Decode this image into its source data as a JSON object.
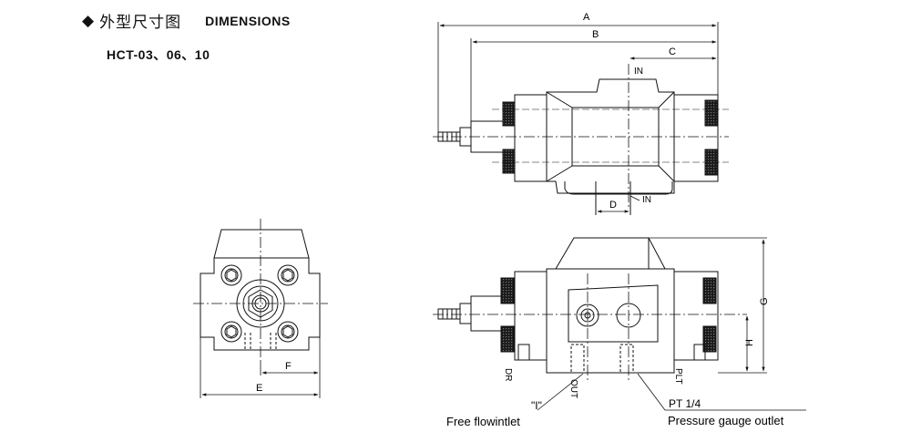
{
  "header": {
    "bullet": "◆",
    "title_cn": "外型尺寸图",
    "title_en": "DIMENSIONS",
    "models": "HCT-03、06、10"
  },
  "dimension_labels": {
    "A": "A",
    "B": "B",
    "C": "C",
    "D": "D",
    "E": "E",
    "F": "F",
    "G": "G",
    "H": "H"
  },
  "port_labels": {
    "in_top": "IN",
    "in_bottom": "IN",
    "dr": "DR",
    "out": "OUT",
    "plt": "PLT"
  },
  "callouts": {
    "i_mark": "\"I\"",
    "pt_size": "PT 1/4",
    "free_flow": "Free flowintlet",
    "gauge_outlet": "Pressure gauge outlet"
  }
}
